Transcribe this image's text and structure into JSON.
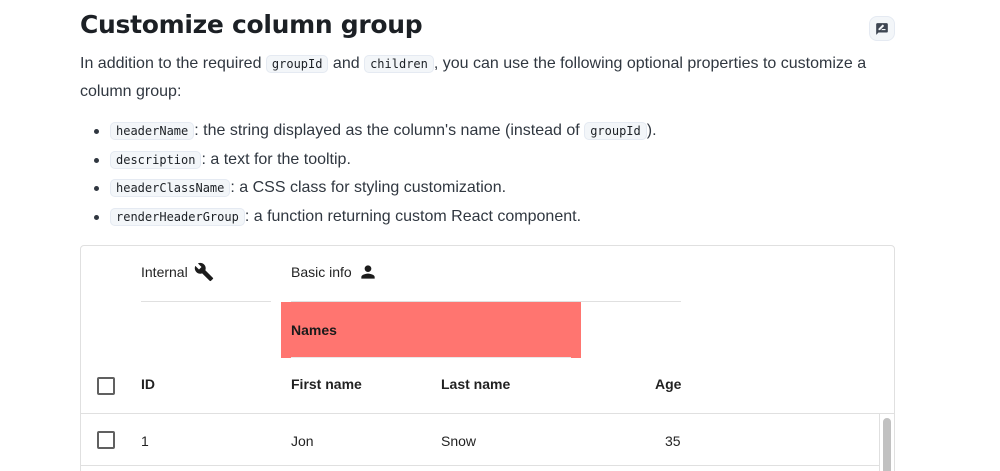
{
  "section": {
    "title": "Customize column group",
    "feedback_icon": "feedback-edit-icon",
    "intro": {
      "part1": "In addition to the required ",
      "code1": "groupId",
      "part2": " and ",
      "code2": "children",
      "part3": ", you can use the following optional properties to customize a column group:"
    },
    "properties": [
      {
        "code": "headerName",
        "text": ": the string displayed as the column's name (instead of ",
        "code2": "groupId",
        "text2": ")."
      },
      {
        "code": "description",
        "text": ": a text for the tooltip."
      },
      {
        "code": "headerClassName",
        "text": ": a CSS class for styling customization."
      },
      {
        "code": "renderHeaderGroup",
        "text": ": a function returning custom React component."
      }
    ]
  },
  "grid": {
    "groups": [
      {
        "label": "Internal",
        "icon": "wrench-icon"
      },
      {
        "label": "Basic info",
        "icon": "person-icon"
      }
    ],
    "subgroup": {
      "label": "Names",
      "color": "#ff7570"
    },
    "columns": [
      {
        "key": "id",
        "label": "ID"
      },
      {
        "key": "firstName",
        "label": "First name"
      },
      {
        "key": "lastName",
        "label": "Last name"
      },
      {
        "key": "age",
        "label": "Age"
      }
    ],
    "rows": [
      {
        "id": "1",
        "firstName": "Jon",
        "lastName": "Snow",
        "age": "35"
      }
    ]
  }
}
